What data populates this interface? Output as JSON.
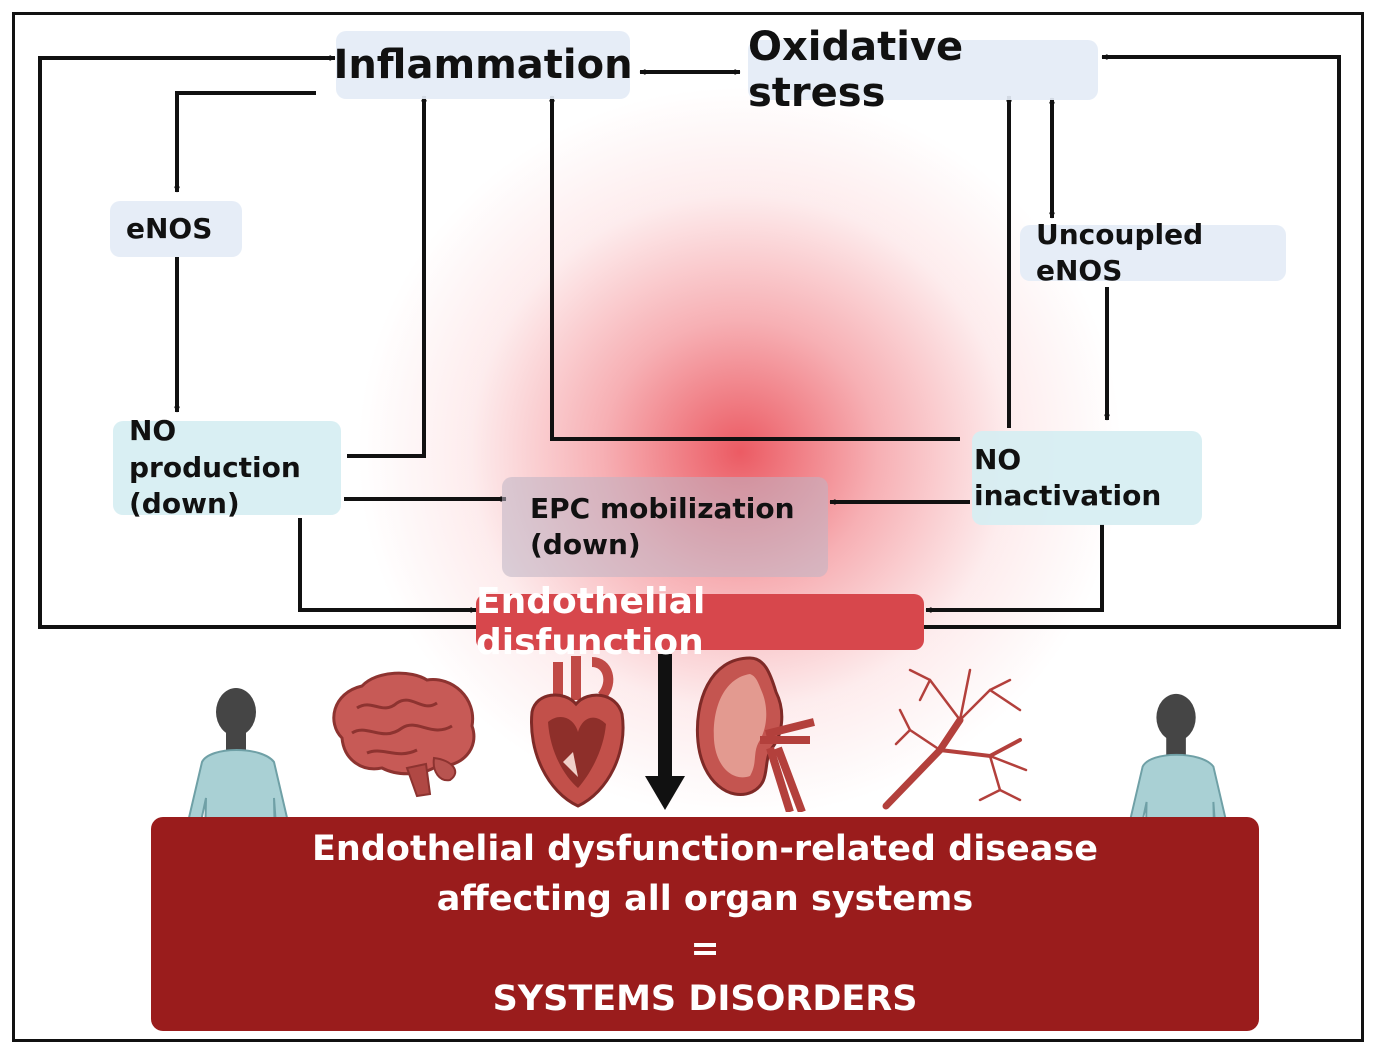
{
  "nodes": {
    "inflammation": "Inflammation",
    "oxidative_stress": "Oxidative stress",
    "enos": "eNOS",
    "uncoupled_enos": "Uncoupled eNOS",
    "no_production_line1": "NO production",
    "no_production_line2": "(down)",
    "no_inactivation": "NO inactivation",
    "epc_line1": "EPC mobilization",
    "epc_line2": "(down)",
    "endothelial_disfunction": "Endothelial disfunction"
  },
  "banner": {
    "line1": "Endothelial dysfunction-related disease",
    "line2": "affecting all organ systems",
    "line3": "=",
    "line4": "SYSTEMS DISORDERS"
  },
  "icons": [
    "brain-icon",
    "heart-icon",
    "kidney-icon",
    "blood-vessel-icon",
    "patient-figure-icon"
  ],
  "colors": {
    "endothelial_box": "#d7474c",
    "banner": "#9a1c1c",
    "glow": "#e83e48",
    "node_box": "#e4ecf6",
    "arrow": "#111111"
  }
}
